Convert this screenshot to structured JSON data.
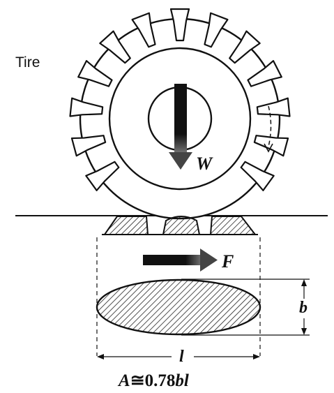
{
  "labels": {
    "tire": "Tire",
    "weight": "W",
    "force": "F",
    "width": "b",
    "length": "l"
  },
  "formula": {
    "lhs": "A",
    "rel": "≅",
    "coef": "0.78",
    "vars": "bl"
  },
  "colors": {
    "ink": "#111111",
    "hatch": "#222222",
    "paper": "#ffffff"
  },
  "icons": {
    "weight_arrow": "arrow-down-icon",
    "force_arrow": "arrow-right-icon",
    "rotation_arrow": "rotation-arrow-icon"
  }
}
